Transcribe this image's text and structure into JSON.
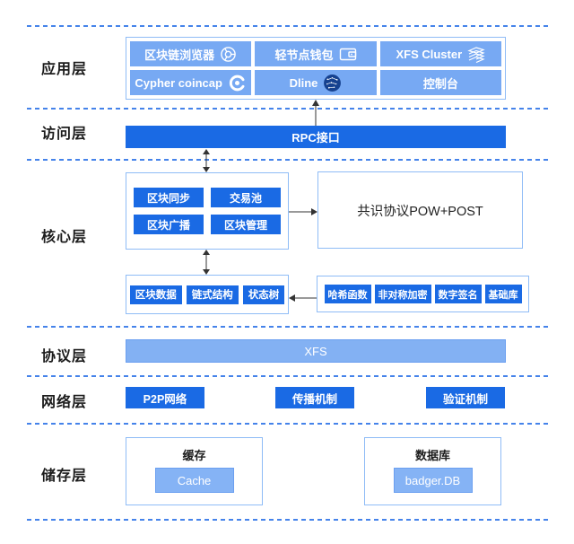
{
  "layer_labels": [
    "应用层",
    "访问层",
    "核心层",
    "协议层",
    "网络层",
    "储存层"
  ],
  "application": {
    "items": [
      {
        "label": "区块链浏览器",
        "icon": "chrome-browser"
      },
      {
        "label": "轻节点钱包",
        "icon": "wallet"
      },
      {
        "label": "XFS Cluster",
        "icon": "layers-stack"
      },
      {
        "label": "Cypher coincap",
        "icon": "coincap"
      },
      {
        "label": "Dline",
        "icon": "globe-network"
      },
      {
        "label": "控制台",
        "icon": null
      }
    ]
  },
  "access": {
    "rpc_label": "RPC接口"
  },
  "core": {
    "modules": [
      "区块同步",
      "交易池",
      "区块广播",
      "区块管理"
    ],
    "consensus_label": "共识协议POW+POST",
    "data_components": [
      "区块数据",
      "链式结构",
      "状态树"
    ],
    "crypto_components": [
      "哈希函数",
      "非对称加密",
      "数字签名",
      "基础库"
    ]
  },
  "protocol": {
    "bar_label": "XFS"
  },
  "network": {
    "items": [
      "P2P网络",
      "传播机制",
      "验证机制"
    ]
  },
  "storage": {
    "cache": {
      "title": "缓存",
      "button": "Cache"
    },
    "database": {
      "title": "数据库",
      "button": "badger.DB"
    }
  },
  "colors": {
    "primary_blue": "#1a6ae4",
    "light_item_blue": "#77a9f3",
    "bar_blue": "#83b1f3",
    "box_border": "#8fbcf6",
    "dashed_line": "#4583ea",
    "globe_navy": "#16418f"
  }
}
